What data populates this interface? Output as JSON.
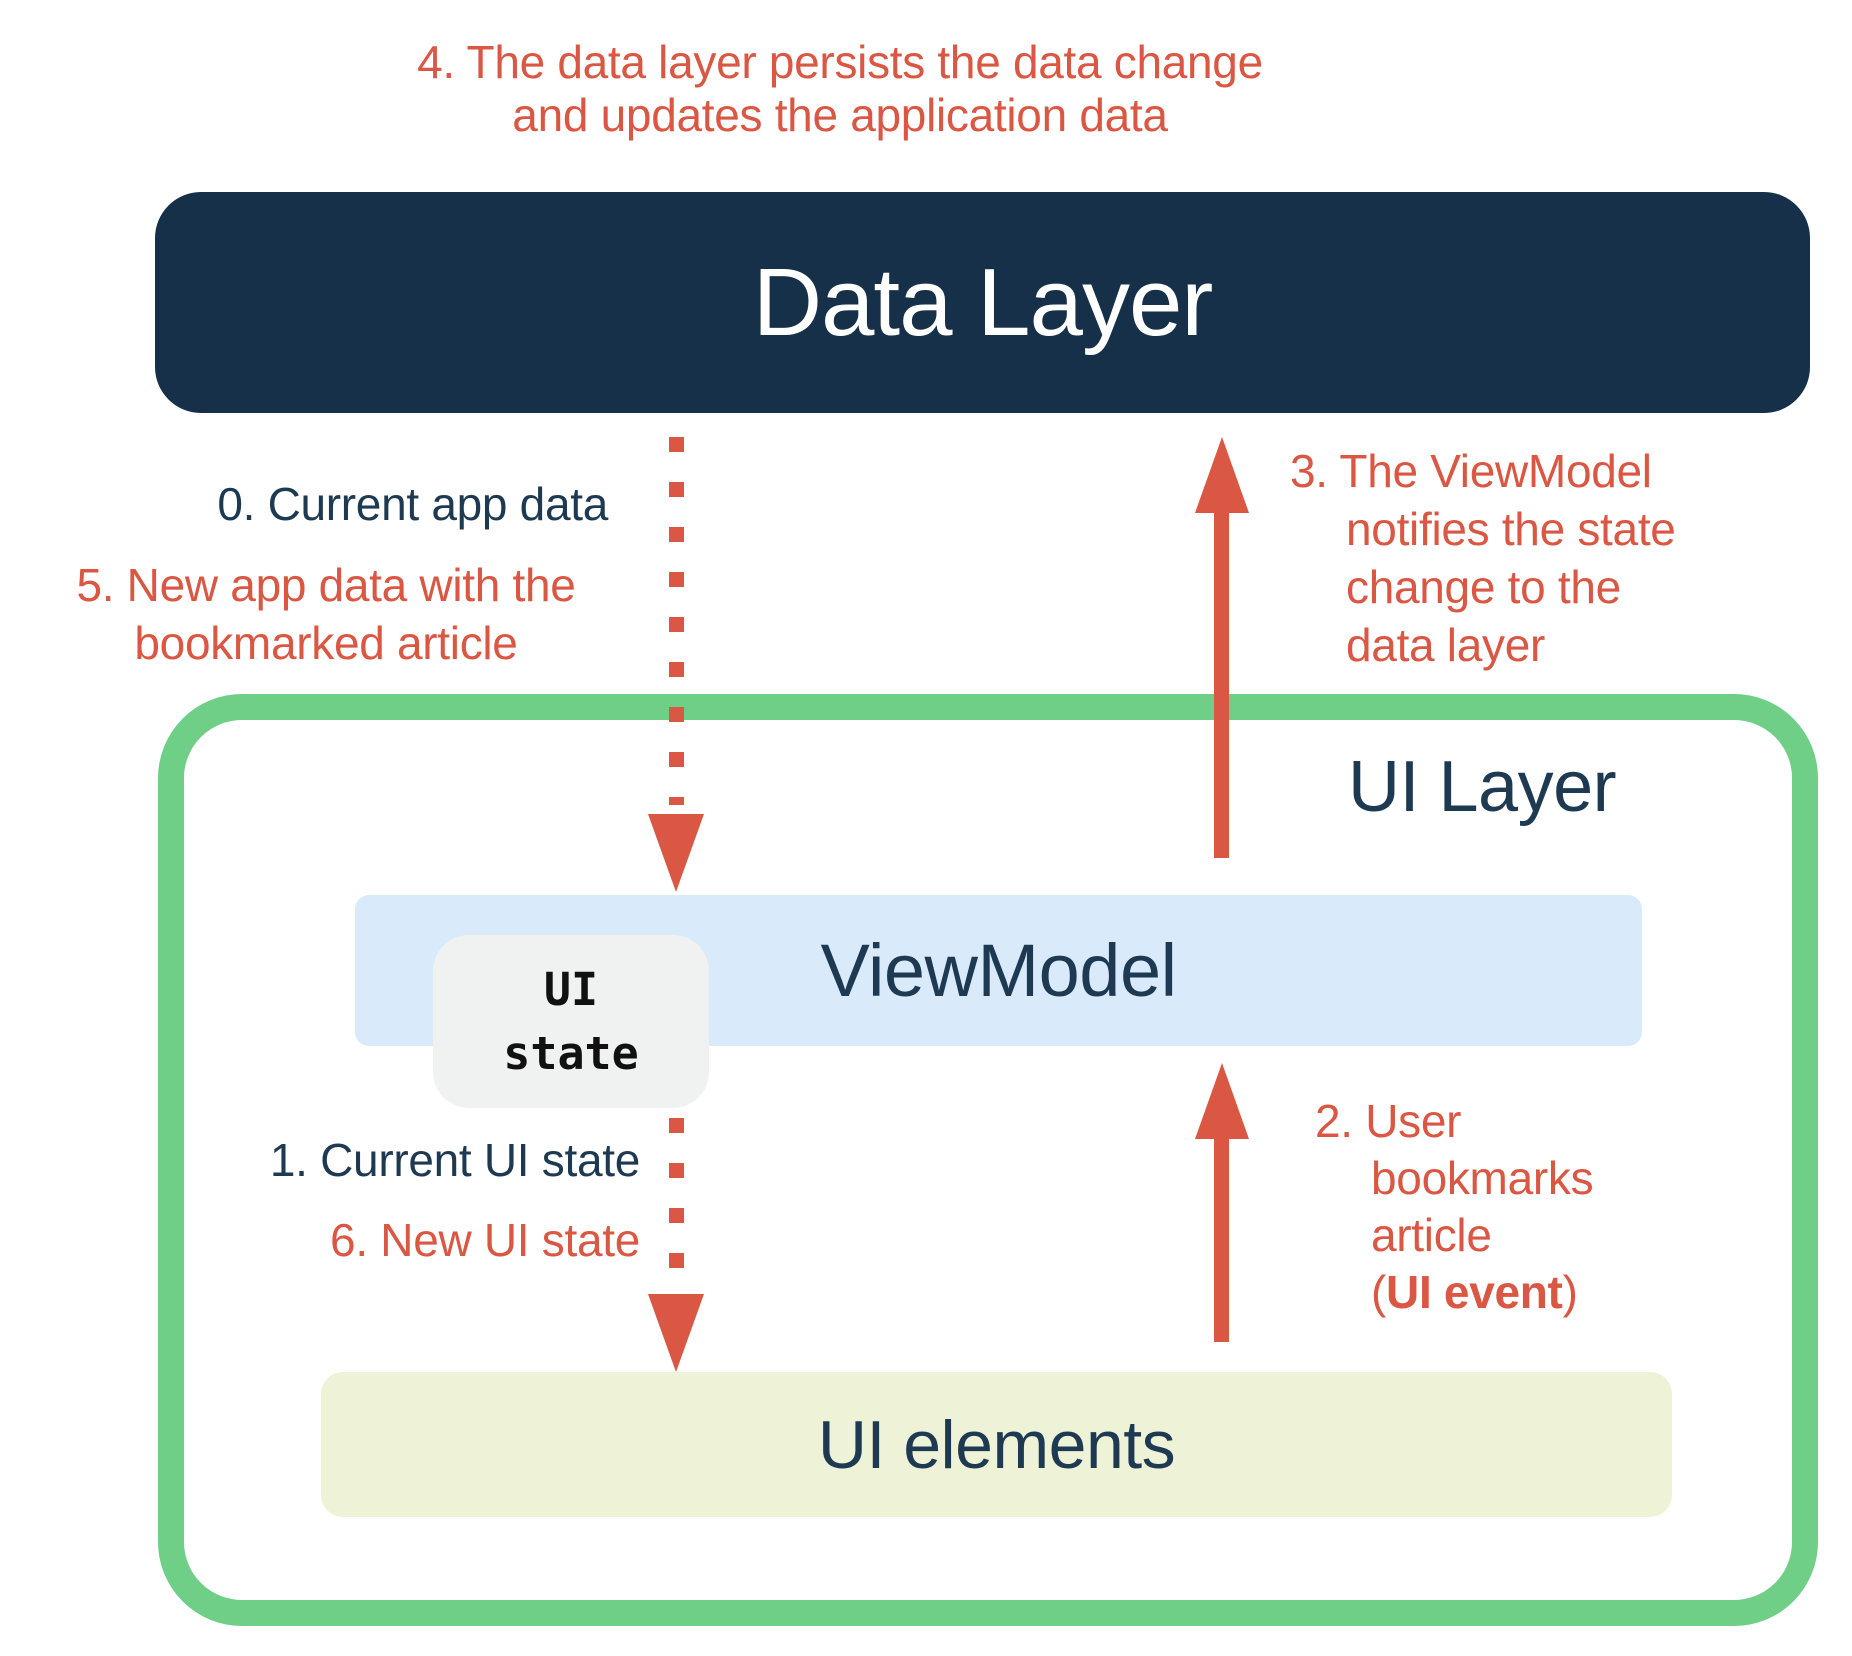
{
  "colors": {
    "red": "#DA5743",
    "navy_box": "#173049",
    "navy_text": "#1E3A52",
    "green": "#6FCF87",
    "blue": "#D9EAFB",
    "yellow": "#EEF2D7",
    "grey": "#F0F1F1",
    "white": "#FFFFFF",
    "black": "#111111"
  },
  "boxes": {
    "data_layer": {
      "label": "Data Layer"
    },
    "ui_layer": {
      "label": "UI Layer"
    },
    "viewmodel": {
      "label": "ViewModel"
    },
    "ui_state": {
      "line1": "UI",
      "line2": "state"
    },
    "ui_elements": {
      "label": "UI elements"
    }
  },
  "annotations": {
    "step4": {
      "lines": [
        "4. The data layer persists the data change",
        "and updates the application data"
      ]
    },
    "step0": {
      "text": "0. Current app data"
    },
    "step5": {
      "lines": [
        "5. New app data with the",
        "bookmarked article"
      ]
    },
    "step3": {
      "lines": [
        "3. The ViewModel",
        "notifies the state",
        "change to the",
        "data layer"
      ]
    },
    "step1": {
      "text": "1. Current UI state"
    },
    "step6": {
      "text": "6. New UI state"
    },
    "step2": {
      "lines": [
        "2. User",
        "bookmarks",
        "article"
      ],
      "paren_open": "(",
      "bold": "UI event",
      "paren_close": ")"
    }
  }
}
